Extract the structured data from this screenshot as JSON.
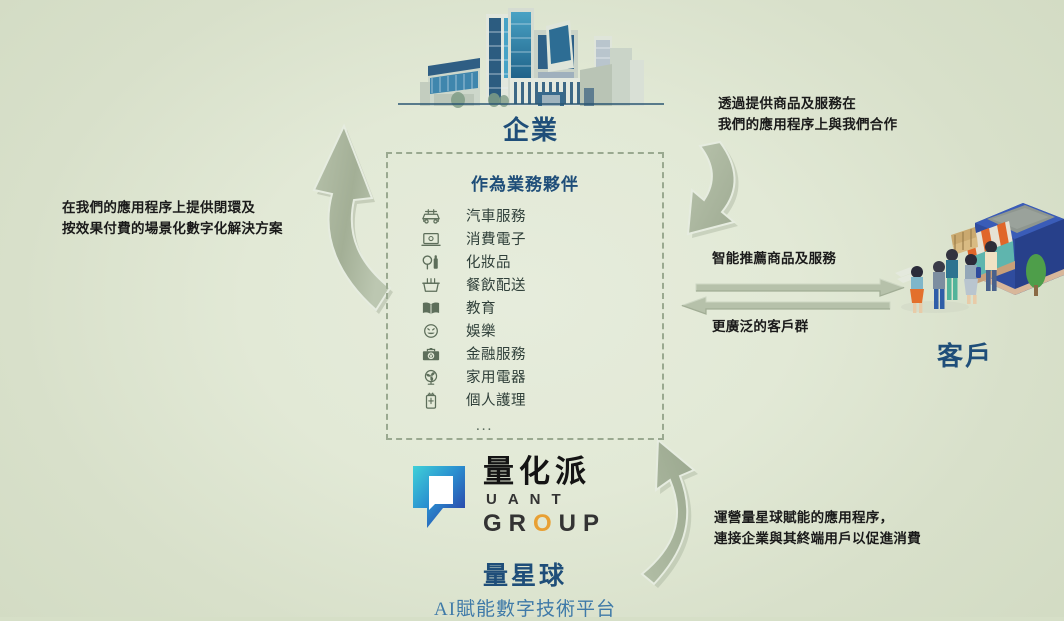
{
  "diagram": {
    "title_nodes": {
      "enterprise": "企業",
      "customer": "客戶",
      "platform_name": "量星球",
      "platform_tagline": "AI賦能數字技術平台"
    },
    "platform_box": {
      "heading": "作為業務夥伴",
      "ellipsis": "...",
      "items": [
        {
          "icon": "car-icon",
          "label": "汽車服務"
        },
        {
          "icon": "laptop-icon",
          "label": "消費電子"
        },
        {
          "icon": "cosmetics-icon",
          "label": "化妝品"
        },
        {
          "icon": "takeout-box-icon",
          "label": "餐飲配送"
        },
        {
          "icon": "book-icon",
          "label": "教育"
        },
        {
          "icon": "smiley-icon",
          "label": "娛樂"
        },
        {
          "icon": "money-icon",
          "label": "金融服務"
        },
        {
          "icon": "fan-icon",
          "label": "家用電器"
        },
        {
          "icon": "toothbrush-icon",
          "label": "個人護理"
        }
      ]
    },
    "logo": {
      "mark": "quant-q-speech-bubble-icon",
      "cn": "量化派",
      "en_line1": "UANT",
      "en_line2_pre": "GR",
      "en_line2_accent": "O",
      "en_line2_post": "UP"
    },
    "annotations": {
      "left": "在我們的應用程序上提供閉環及\n按效果付費的場景化數字化解決方案",
      "top_right": "透過提供商品及服務在\n我們的應用程序上與我們合作",
      "mid_upper": "智能推薦商品及服務",
      "mid_lower": "更廣泛的客戶群",
      "bottom_right": "運營量星球賦能的應用程序，\n連接企業與其終端用戶以促進消費"
    },
    "colors": {
      "background": "#d6dfc7",
      "heading_navy": "#1f4e79",
      "tagline_blue": "#3f7aa8",
      "arrow_grey_green": "#a8b49b",
      "dashed_border": "#9aa990",
      "logo_accent_orange": "#e8a033",
      "building_blue": "#2f6c8f",
      "awning_orange": "#e0662a"
    }
  }
}
